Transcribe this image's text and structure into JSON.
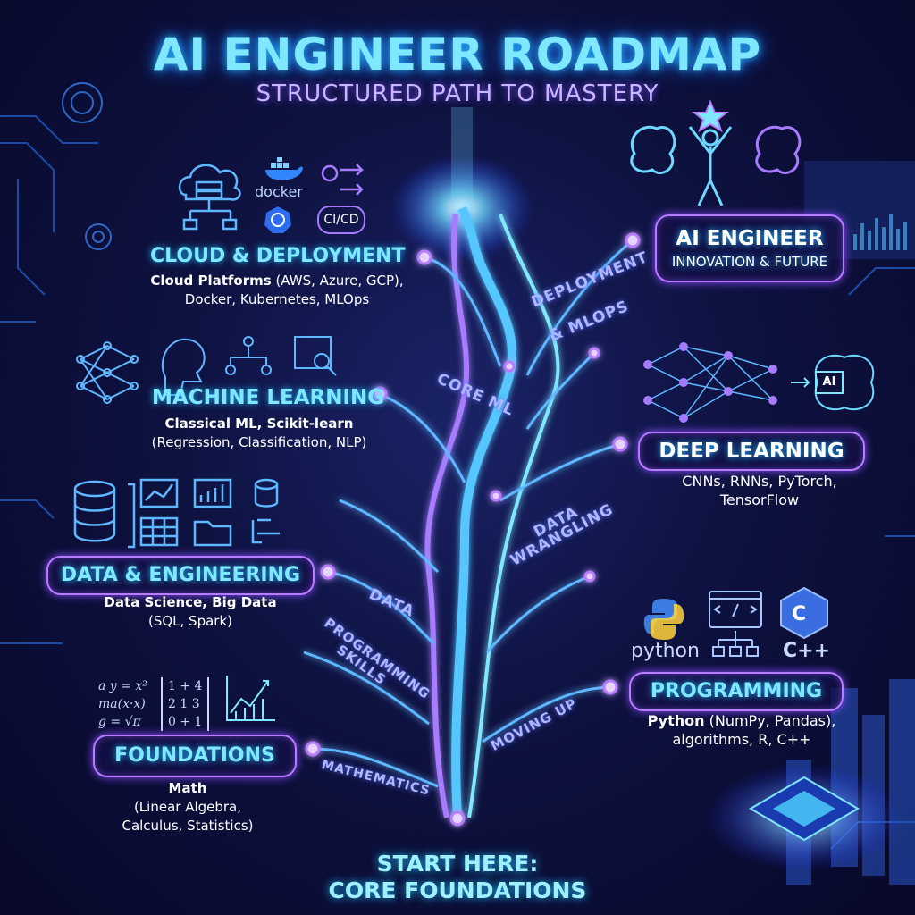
{
  "header": {
    "title": "AI ENGINEER ROADMAP",
    "subtitle": "STRUCTURED PATH TO MASTERY"
  },
  "stages": {
    "ai_engineer": {
      "title": "AI ENGINEER",
      "subtitle": "INNOVATION & FUTURE"
    },
    "cloud": {
      "title": "CLOUD & DEPLOYMENT",
      "line1_bold": "Cloud Platforms",
      "line1_rest": " (AWS, Azure, GCP),",
      "line2": "Docker, Kubernetes, MLOps"
    },
    "ml": {
      "title": "MACHINE LEARNING",
      "line1": "Classical ML, Scikit-learn",
      "line2": "(Regression, Classification, NLP)"
    },
    "dl": {
      "title": "DEEP LEARNING",
      "line1": "CNNs, RNNs, PyTorch,",
      "line2": "TensorFlow"
    },
    "data": {
      "title": "DATA & ENGINEERING",
      "line1": "Data Science, Big Data",
      "line2": "(SQL, Spark)"
    },
    "programming": {
      "title": "PROGRAMMING",
      "line1_bold": "Python",
      "line1_rest": " (NumPy, Pandas),",
      "line2": "algorithms, R, C++"
    },
    "foundations": {
      "title": "FOUNDATIONS",
      "line1": "Math",
      "line2": "(Linear Algebra,",
      "line3": "Calculus, Statistics)"
    }
  },
  "path_labels": {
    "deployment": "DEPLOYMENT",
    "mlops": "& MLOPS",
    "core_ml": "CORE ML",
    "data_wrangling_1": "DATA",
    "data_wrangling_2": "WRANGLING",
    "data": "DATA",
    "programming_skills_1": "PROGRAMMING",
    "programming_skills_2": "SKILLS",
    "moving_up": "MOVING UP",
    "mathematics": "MATHEMATICS"
  },
  "tech_labels": {
    "docker": "docker",
    "cicd": "CI/CD",
    "python": "python",
    "cpp": "C++",
    "ai_chip": "AI",
    "math_1": "a y = x²",
    "math_2": "ma(x·x)",
    "math_3": "g = √π",
    "matrix_r1": "1 + 4",
    "matrix_r2": "2 1 3",
    "matrix_r3": "0 + 1"
  },
  "cta": {
    "line1": "START HERE:",
    "line2": "CORE FOUNDATIONS"
  },
  "colors": {
    "cyan": "#7fe8ff",
    "violet": "#b77cff",
    "background": "#0a0b2a",
    "path_glow": "#48b6ff"
  }
}
